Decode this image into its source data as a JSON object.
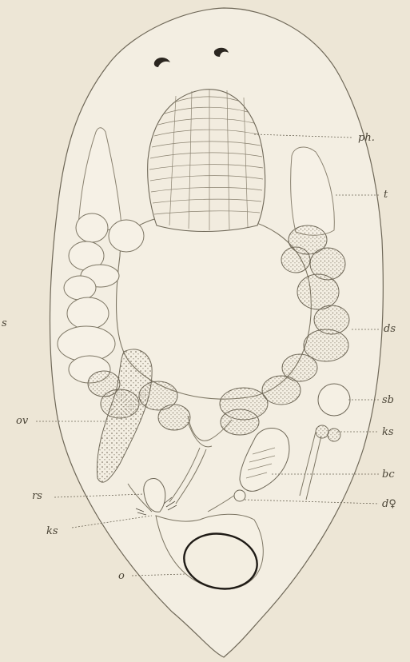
{
  "figure": {
    "labels": {
      "ph": "ph.",
      "t": "t",
      "s_edge": "s",
      "ds": "ds",
      "sb": "sb",
      "ks_right": "ks",
      "bc": "bc",
      "dq": "d♀",
      "ov": "ov",
      "rs": "rs",
      "ks_left": "ks",
      "o": "o"
    }
  }
}
